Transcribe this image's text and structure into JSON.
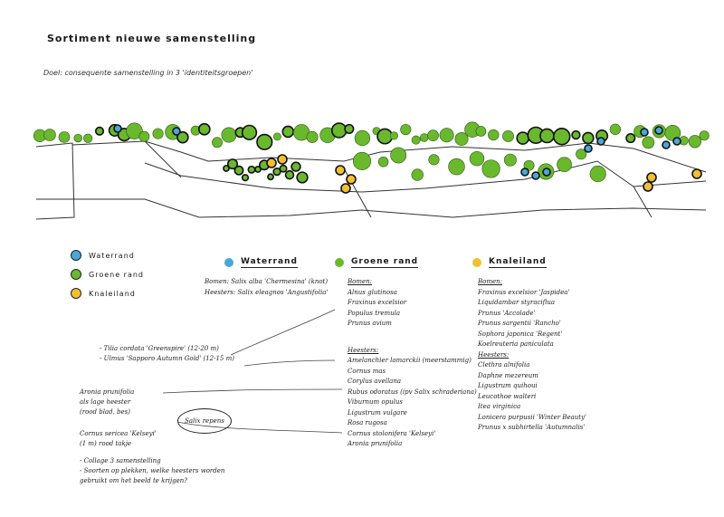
{
  "header": {
    "title": "Sortiment nieuwe samenstelling",
    "goal": "Doel: consequente samenstelling in 3 'identiteitsgroepen'"
  },
  "colors": {
    "waterrand": "#4aa8d8",
    "groene_rand": "#6ab82e",
    "knaleiland": "#f0c030"
  },
  "legend": [
    {
      "label": "Waterrand",
      "color": "#4aa8d8"
    },
    {
      "label": "Groene rand",
      "color": "#6ab82e"
    },
    {
      "label": "Knaleiland",
      "color": "#f0c030"
    }
  ],
  "columns": {
    "waterrand": {
      "title": "Waterrand",
      "lines": [
        "Bomen: Salix alba 'Chermesina' (knot)",
        "Heesters: Salix eleagnos 'Angustifolia'"
      ]
    },
    "groene_rand": {
      "title": "Groene rand",
      "trees_head": "Bomen:",
      "trees": [
        "Alnus glutinosa",
        "Fraxinus excelsior",
        "Populus tremula",
        "Prunus avium"
      ],
      "shrubs_head": "Heesters:",
      "shrubs": [
        "Amelanchier lamarckii (meerstammig)",
        "Cornus mas",
        "Corylus avellana",
        "Rubus odoratus (ipv Salix schraderiana)",
        "Viburnum opulus",
        "Ligustrum vulgare",
        "Rosa rugosa",
        "Cornus stolonifera 'Kelseyi'",
        "Aronia prunifolia"
      ]
    },
    "knaleiland": {
      "title": "Knaleiland",
      "trees_head": "Bomen:",
      "trees": [
        "Fraxinus excelsior 'Jaspidea'",
        "Liquidambar styraciflua",
        "Prunus 'Accolade'",
        "Prunus sargentii 'Rancho'",
        "Sophora japonica 'Regent'",
        "Koelreuteria paniculata"
      ],
      "shrubs_head": "Heesters:",
      "shrubs": [
        "Clethra alnifolia",
        "Daphne mezereum",
        "Ligustrum quihoui",
        "Leucothoe walteri",
        "Itea virginica",
        "Lonicera purpusii 'Winter Beauty'",
        "Prunus x subhirtella 'Autumnalis'"
      ]
    }
  },
  "notes": {
    "left_trees": [
      "- Tilia cordata 'Greenspire' (12-20 m)",
      "- Ulmus 'Sapporo Autumn Gold' (12-15 m)"
    ],
    "aronia": [
      "Aronia prunifolia",
      "als lage heester",
      "(rood blad, bes)"
    ],
    "cornus": [
      "Cornus sericea 'Kelseyi'",
      "(1 m) rood takje"
    ],
    "bottom": [
      "- Collage 3 samenstelling",
      "- Soorten op plekken, welke heesters worden",
      "  gebruikt om het beeld te krijgen?"
    ],
    "oval": "Salix repens"
  }
}
